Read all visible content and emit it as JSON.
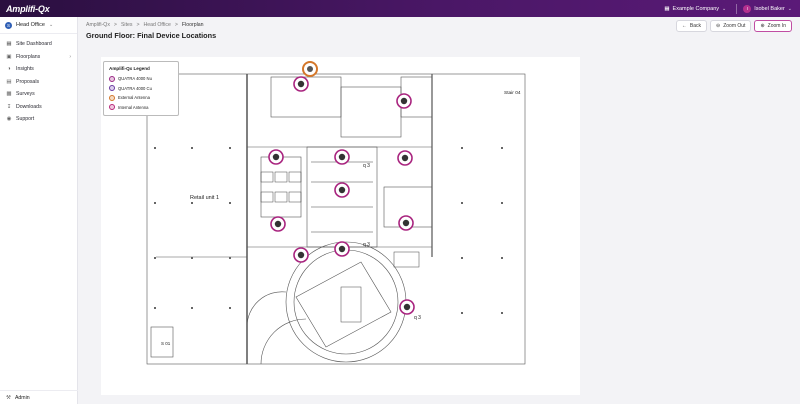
{
  "app": {
    "logo": "Amplifi-Qx"
  },
  "topbar": {
    "company": "Example Company",
    "user_initial": "I",
    "user_name": "Isobel Baker"
  },
  "sidebar": {
    "site_badge": "S",
    "site_name": "Head Office",
    "items": [
      {
        "label": "Site Dashboard",
        "icon": "grid-icon"
      },
      {
        "label": "Floorplans",
        "icon": "map-icon"
      },
      {
        "label": "Insights",
        "icon": "lightbulb-icon"
      },
      {
        "label": "Proposals",
        "icon": "document-icon"
      },
      {
        "label": "Surveys",
        "icon": "clipboard-icon"
      },
      {
        "label": "Downloads",
        "icon": "download-icon"
      },
      {
        "label": "Support",
        "icon": "help-icon"
      }
    ],
    "admin_label": "Admin"
  },
  "breadcrumb": {
    "b1": "Amplifi-Qx",
    "b2": "Sites",
    "b3": "Head Office",
    "b4": "Floorplan",
    "sep": ">"
  },
  "page": {
    "title": "Ground Floor: Final Device Locations"
  },
  "toolbar": {
    "back": "Back",
    "zoom_out": "Zoom Out",
    "zoom_in": "Zoom In"
  },
  "legend": {
    "title": "Amplifi-Qx Legend",
    "items": [
      {
        "label": "QUATRA 4000 Nu",
        "color": "#9b2a86"
      },
      {
        "label": "QUATRA 4000 Cu",
        "color": "#6a3aa0"
      },
      {
        "label": "External Antenna",
        "color": "#d4772a"
      },
      {
        "label": "Internal Antenna",
        "color": "#b8287a"
      }
    ]
  },
  "floorplan": {
    "label_retail": "Retail unit 1",
    "label_stair": "Stair 04",
    "label_q1": "q 3",
    "label_q2": "q 3",
    "label_q3": "q 3",
    "label_s01": "S 01"
  },
  "colors": {
    "accent": "#c04da3",
    "device": "#a8237e",
    "brand_dark": "#2a0f3f"
  }
}
